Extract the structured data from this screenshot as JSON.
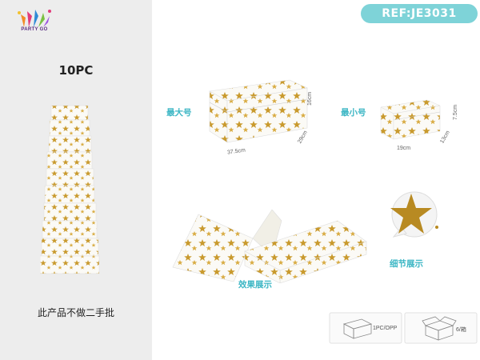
{
  "brand": {
    "logo_text": "PARTY GO"
  },
  "ref": {
    "label": "REF:JE3031"
  },
  "product": {
    "piece_count": "10PC",
    "note": "此产品不做二手批"
  },
  "largest": {
    "label": "最大号",
    "length": "37.5cm",
    "width": "29cm",
    "height": "16cm"
  },
  "smallest": {
    "label": "最小号",
    "length": "19cm",
    "width": "13cm",
    "height": "7.5cm"
  },
  "effect": {
    "label": "效果展示"
  },
  "detail": {
    "label": "细节展示"
  },
  "packaging": {
    "inner": "1PC/OPP",
    "outer": "6/箱"
  },
  "colors": {
    "accent": "#3bb6c4",
    "badge": "#7ed3d8",
    "star": "#c99a2e",
    "box": "#fbfaf6"
  }
}
